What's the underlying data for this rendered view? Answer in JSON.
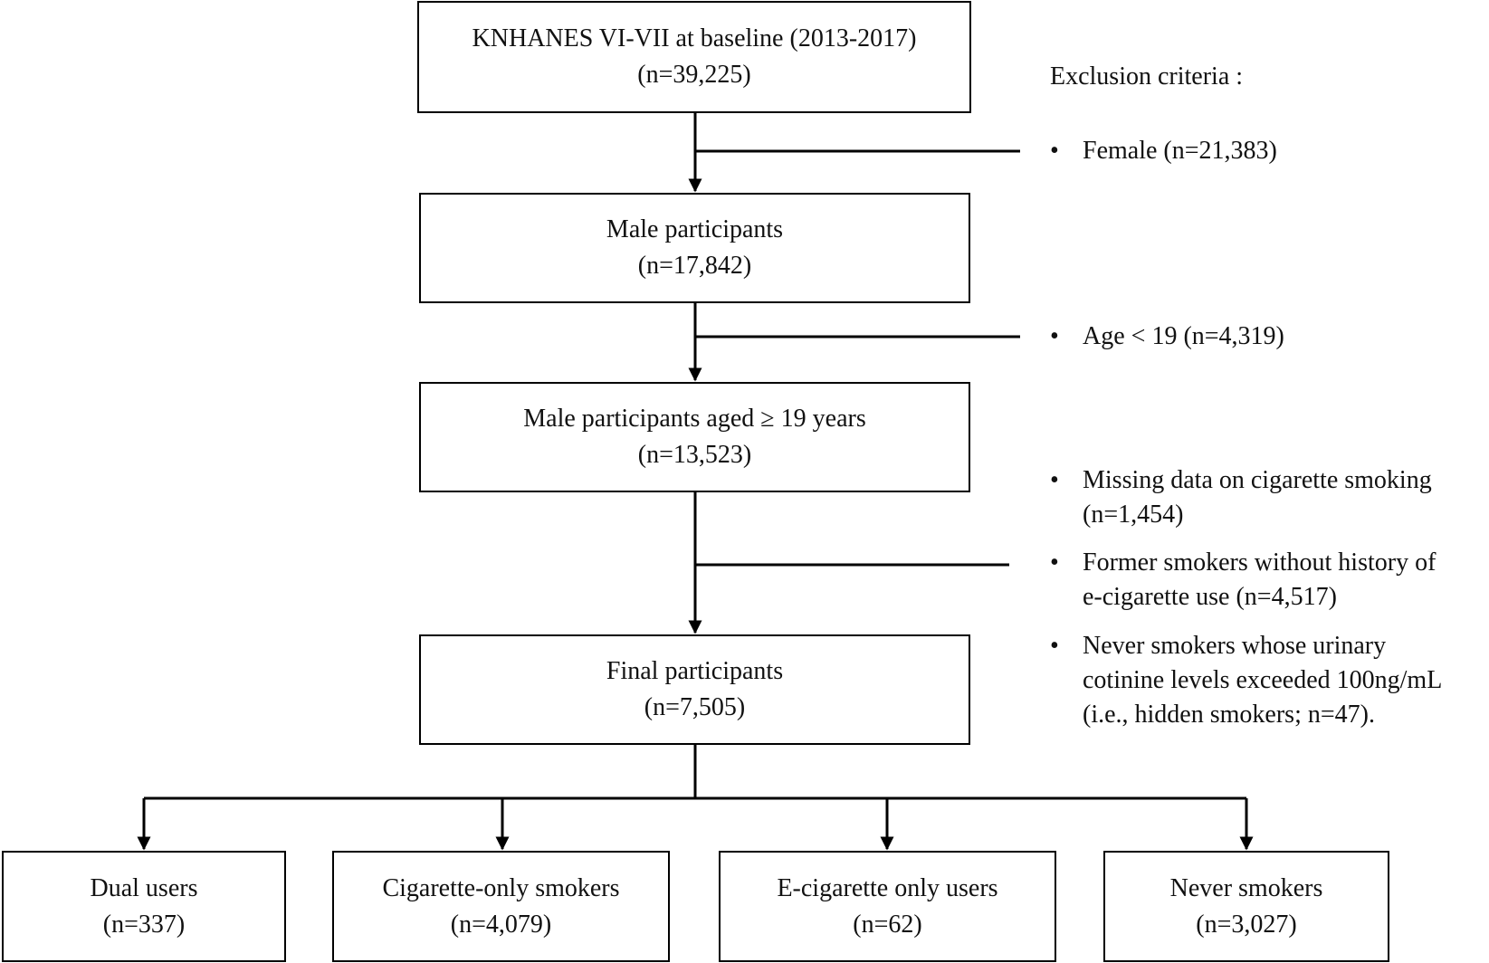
{
  "boxes": {
    "baseline": {
      "line1": "KNHANES VI-VII at baseline (2013-2017)",
      "line2": "(n=39,225)"
    },
    "male": {
      "line1": "Male participants",
      "line2": "(n=17,842)"
    },
    "adult": {
      "line1": "Male participants aged ≥ 19 years",
      "line2": "(n=13,523)"
    },
    "final": {
      "line1": "Final participants",
      "line2": "(n=7,505)"
    },
    "groups": [
      {
        "line1": "Dual users",
        "line2": "(n=337)"
      },
      {
        "line1": "Cigarette-only smokers",
        "line2": "(n=4,079)"
      },
      {
        "line1": "E-cigarette only users",
        "line2": "(n=62)"
      },
      {
        "line1": "Never smokers",
        "line2": "(n=3,027)"
      }
    ]
  },
  "exclusion": {
    "heading": "Exclusion criteria :",
    "bullet": "•",
    "items": [
      {
        "lines": [
          "Female (n=21,383)"
        ]
      },
      {
        "lines": [
          "Age < 19 (n=4,319)"
        ]
      },
      {
        "lines": [
          "Missing data on cigarette smoking",
          "(n=1,454)"
        ]
      },
      {
        "lines": [
          "Former smokers without history of",
          "e-cigarette use (n=4,517)"
        ]
      },
      {
        "lines": [
          "Never smokers whose urinary",
          "cotinine levels exceeded 100ng/mL",
          "(i.e., hidden smokers; n=47)."
        ]
      }
    ]
  }
}
